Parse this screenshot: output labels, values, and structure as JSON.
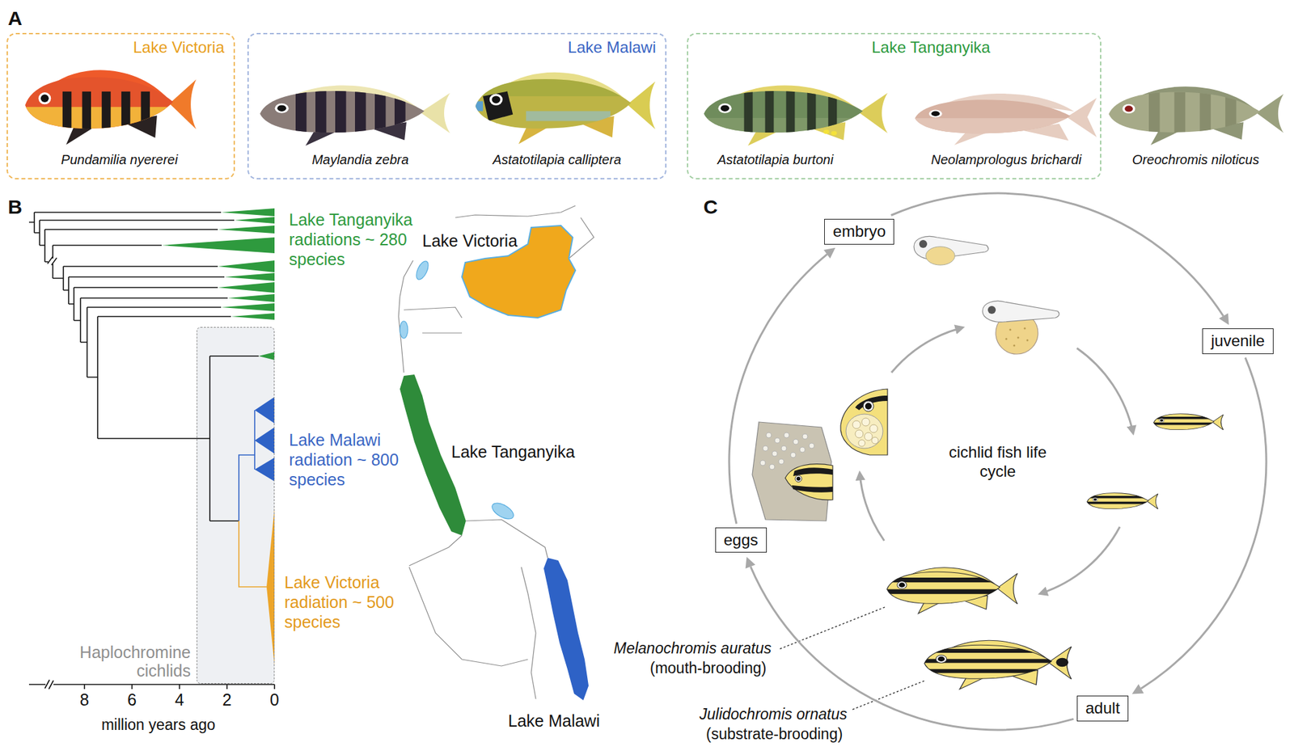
{
  "diagram": {
    "nodes": [
      {
        "text": [
          "Lake Victoria"
        ]
      },
      {
        "text": [
          "Pundamilia nyererei"
        ],
        "in": 0
      },
      {
        "text": [
          "Lake Malawi"
        ]
      },
      {
        "text": [
          "Maylandia zebra"
        ],
        "in": 2
      },
      {
        "text": [
          "Astatotilapia calliptera"
        ],
        "in": 2
      },
      {
        "text": [
          "Lake Tanganyika"
        ]
      },
      {
        "text": [
          "Astatotilapia burtoni"
        ],
        "in": 5
      },
      {
        "text": [
          "Neolamprologus brichardi"
        ],
        "in": 5
      },
      {
        "text": [
          "Oreochromis niloticus"
        ]
      },
      {
        "text": [
          "Haplochromine cichlids"
        ]
      },
      {
        "text": [
          "embryo"
        ]
      },
      {
        "text": [
          "juvenile"
        ]
      },
      {
        "text": [
          "adult"
        ]
      },
      {
        "text": [
          "eggs"
        ]
      }
    ],
    "edges": [
      {
        "from": 13,
        "to": 10,
        "arrow": "to"
      },
      {
        "from": 10,
        "to": 11,
        "arrow": "to"
      },
      {
        "from": 11,
        "to": 12,
        "arrow": "to"
      },
      {
        "from": 12,
        "to": 13,
        "arrow": "to"
      }
    ],
    "labels": [
      "A",
      "B",
      "C",
      "Lake Tanganyika radiations ~ 280 species",
      "Lake Malawi radiation ~ 800 species",
      "Lake Victoria radiation ~ 500 species",
      "8",
      "6",
      "4",
      "2",
      "0",
      "million years ago",
      "Lake Victoria",
      "Lake Tanganyika",
      "Lake Malawi",
      "cichlid fish life cycle",
      "Melanochromis auratus",
      "(mouth-brooding)",
      "Julidochromis ornatus",
      "(substrate-brooding)"
    ]
  }
}
